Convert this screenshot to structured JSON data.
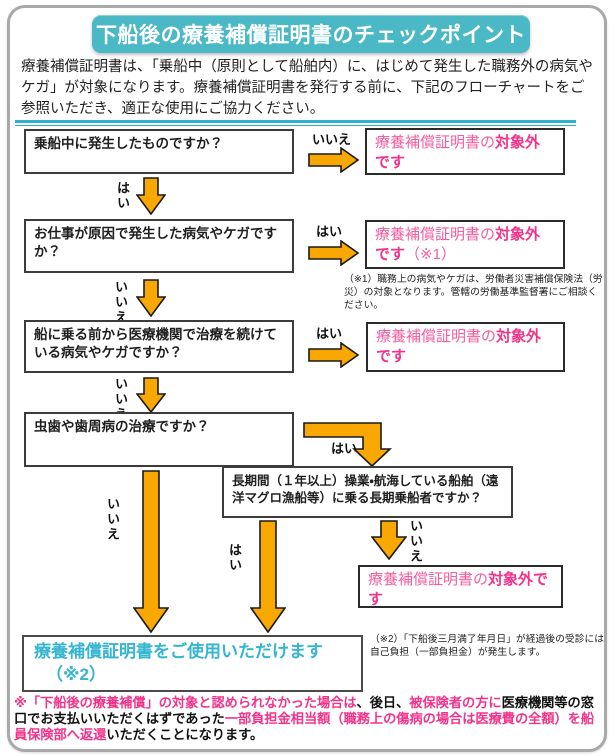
{
  "header": {
    "title": "下船後の療養補償証明書のチェックポイント"
  },
  "intro": "療養補償証明書は、「乗船中（原則として船舶内）に、はじめて発生した職務外の病気やケガ」が対象になります。療養補償証明書を発行する前に、下記のフローチャートをご参照いただき、適正な使用にご協力ください。",
  "labels": {
    "yes": "はい",
    "no": "いいえ"
  },
  "questions": {
    "q1": "乗船中に発生したものですか？",
    "q2": "お仕事が原因で発生した病気やケガですか？",
    "q3": "船に乗る前から医療機関で治療を続けている病気やケガですか？",
    "q4": "虫歯や歯周病の治療ですか？",
    "q5": "長期間（１年以上）操業・航海している船舶（遠洋マグロ漁船等）に乗る長期乗船者ですか？"
  },
  "results": {
    "excluded_prefix": "療養補償証明書の",
    "excluded_bold": "対象外です",
    "excluded_ref1": "（※1）",
    "ok_line1": "療養補償証明書をご使用いただけます",
    "ok_line2": "（※2）"
  },
  "notes": {
    "note1": "（※1）職務上の病気やケガは、労働者災害補償保険法（労災）の対象となります。管轄の労働基準監督署にご相談ください。",
    "note2": "（※2）「下船後三月満了年月日」が経過後の受診には自己負担（一部負担金）が発生します。"
  },
  "footer": {
    "segments": [
      {
        "text": "※「下船後の療養補償」の対象と認められなかった場合は",
        "color": "pink"
      },
      {
        "text": "、後日、",
        "color": "black"
      },
      {
        "text": "被保険者の方に",
        "color": "pink"
      },
      {
        "text": "医療機関等の窓口でお支払いいただくはずであった",
        "color": "black"
      },
      {
        "text": "一部負担金相当額（職務上の傷病の場合は医療費の全額）を船員保険部へ返還",
        "color": "pink"
      },
      {
        "text": "いただくことになります。",
        "color": "black"
      }
    ]
  },
  "colors": {
    "banner_teal": "#4bb8c6",
    "divider_teal": "#2fb2c5",
    "arrow_orange": "#f8a800",
    "pink": "#f3338a",
    "ok_blue": "#35b5cf"
  }
}
